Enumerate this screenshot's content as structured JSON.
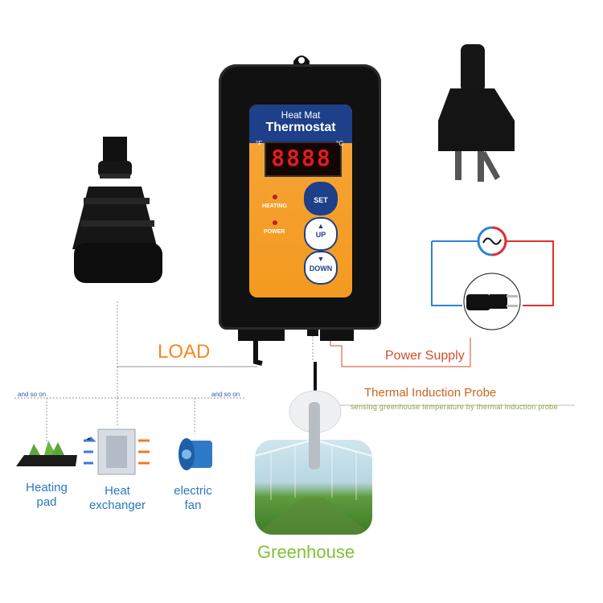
{
  "thermostat": {
    "title_line1": "Heat Mat",
    "title_line2": "Thermostat",
    "unit_f": "°F",
    "unit_c": "°C",
    "display": "8888",
    "heating_label": "HEATING",
    "power_label": "POWER",
    "set_label": "SET",
    "up_label": "UP",
    "down_label": "DOWN"
  },
  "labels": {
    "load": "LOAD",
    "power_supply": "Power Supply",
    "probe_title": "Thermal Induction Probe",
    "probe_desc": "sensing greenhouse temperature by thermal induction probe",
    "and_so_on_left": "and so on",
    "and_so_on_right": "and so on",
    "greenhouse": "Greenhouse"
  },
  "devices": [
    {
      "name_line1": "Heating",
      "name_line2": "pad"
    },
    {
      "name_line1": "Heat",
      "name_line2": "exchanger"
    },
    {
      "name_line1": "electric",
      "name_line2": "fan"
    }
  ],
  "colors": {
    "unit_body": "#111111",
    "face_orange": "#f39a1f",
    "face_blue": "#1e3f8a",
    "load_text": "#f08a24",
    "power_supply_line": "#d24d2a",
    "probe_text": "#c9641e",
    "device_text": "#2a78c2",
    "greenhouse_text": "#7ec236",
    "ac_red": "#e0312b",
    "ac_blue": "#2a84d6"
  }
}
